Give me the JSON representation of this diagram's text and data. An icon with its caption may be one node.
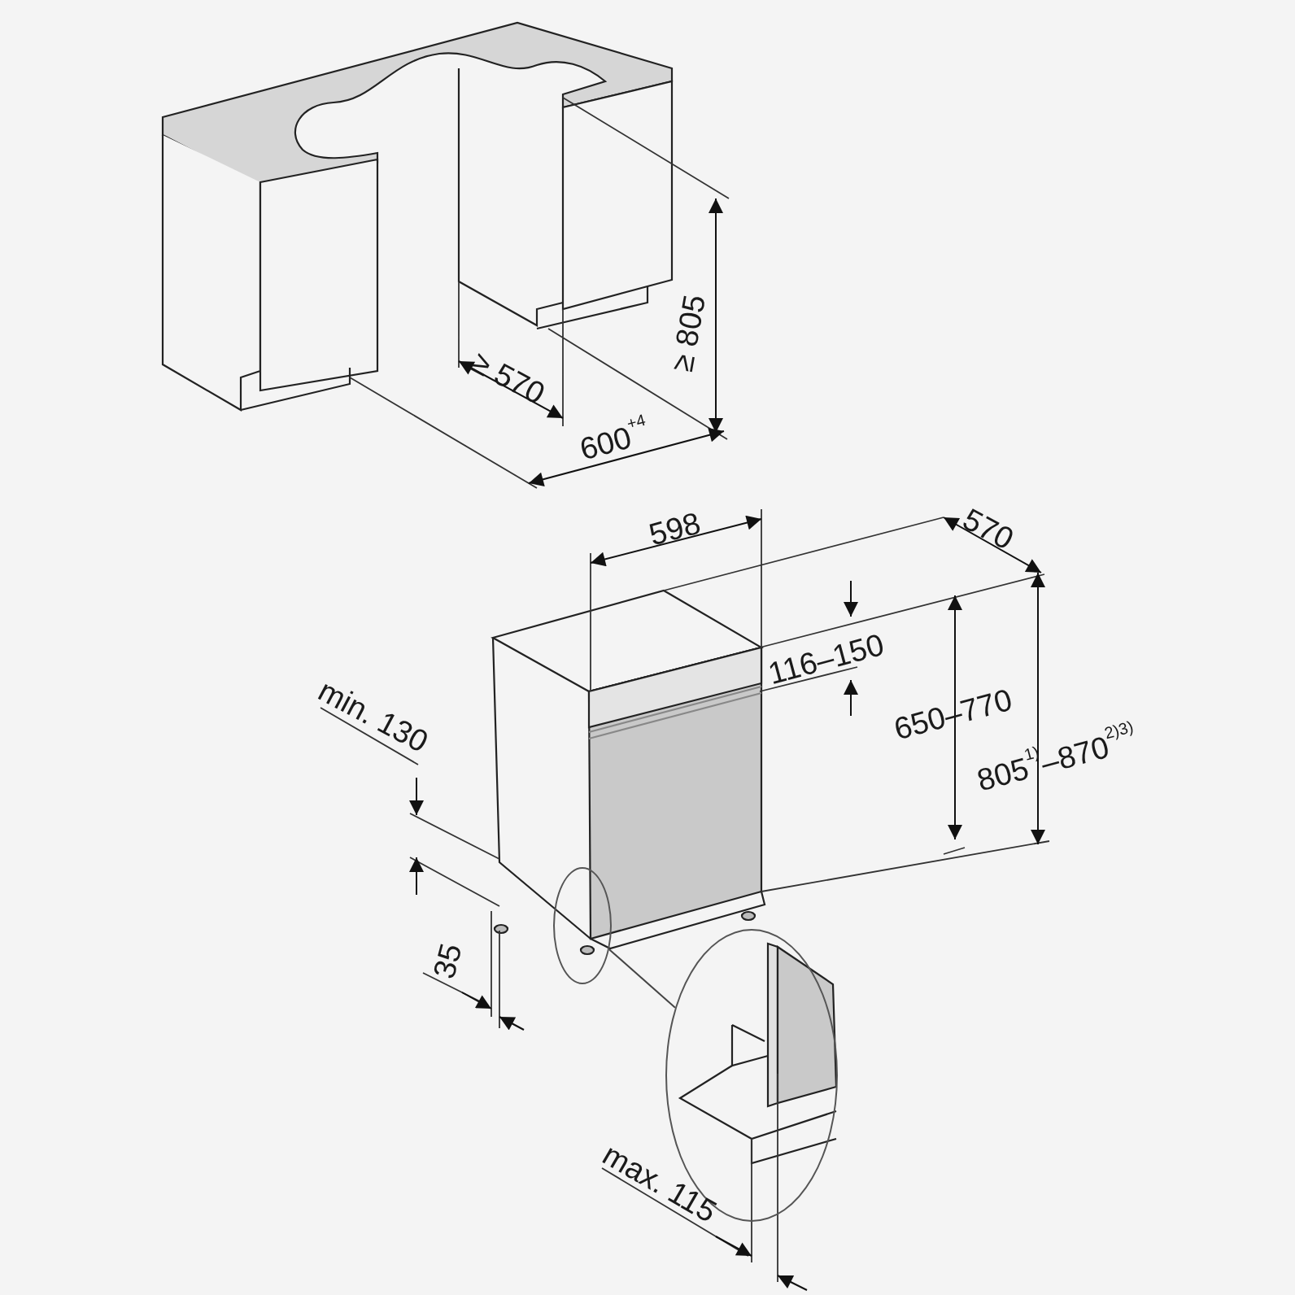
{
  "diagram": {
    "nodes": [
      {
        "text": [],
        "shape": "circle"
      },
      {
        "text": [],
        "shape": "circle"
      }
    ],
    "edges": [
      {
        "from": 0,
        "to": 1,
        "arrow": "none"
      }
    ],
    "labels": [
      "≥ 805",
      "≥ 570",
      "600$^{+4}$",
      "598",
      "570",
      "116–150",
      "min. 130",
      "650–770",
      "805$^{1)}$–870$^{2)3)}$",
      "35",
      "max. 115"
    ]
  }
}
